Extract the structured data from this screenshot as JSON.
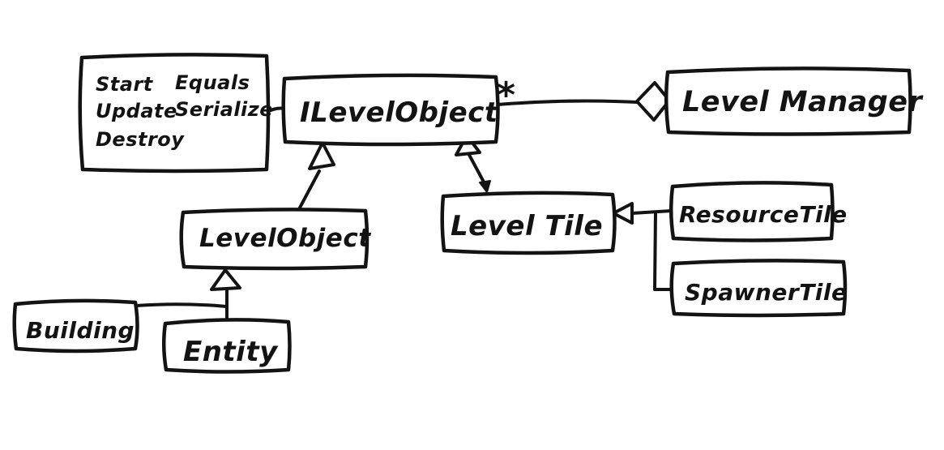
{
  "canvas": {
    "background": "#ffffff",
    "ink_color": "#131313",
    "diagram_type": "hand-drawn UML class diagram"
  },
  "nodes": {
    "methods_note": {
      "column1": [
        "Start",
        "Update",
        "Destroy"
      ],
      "column2": [
        "Equals",
        "Serialize"
      ]
    },
    "ilevelobject": {
      "label": "ILevelObject"
    },
    "levelmanager": {
      "label": "Level Manager"
    },
    "levelobject": {
      "label": "LevelObject"
    },
    "leveltile": {
      "label": "Level Tile"
    },
    "resourcetile": {
      "label": "ResourceTile"
    },
    "spawnertile": {
      "label": "SpawnerTile"
    },
    "building": {
      "label": "Building"
    },
    "entity": {
      "label": "Entity"
    }
  },
  "relationships": {
    "levelmanager_aggregates_ilevelobject": {
      "owner": "LevelManager",
      "part": "ILevelObject",
      "type": "aggregation",
      "multiplicity": "*"
    },
    "note_attached_to_ilevelobject": {
      "from": "methods_note",
      "to": "ILevelObject",
      "type": "note-attachment"
    },
    "levelobject_implements_ilevelobject": {
      "child": "LevelObject",
      "parent": "ILevelObject",
      "type": "inheritance"
    },
    "leveltile_implements_ilevelobject": {
      "child": "LevelTile",
      "parent": "ILevelObject",
      "type": "inheritance"
    },
    "resourcetile_extends_leveltile": {
      "child": "ResourceTile",
      "parent": "LevelTile",
      "type": "inheritance"
    },
    "spawnertile_extends_leveltile": {
      "child": "SpawnerTile",
      "parent": "LevelTile",
      "type": "inheritance"
    },
    "building_extends_levelobject": {
      "child": "Building",
      "parent": "LevelObject",
      "type": "inheritance"
    },
    "entity_extends_levelobject": {
      "child": "Entity",
      "parent": "LevelObject",
      "type": "inheritance"
    }
  }
}
